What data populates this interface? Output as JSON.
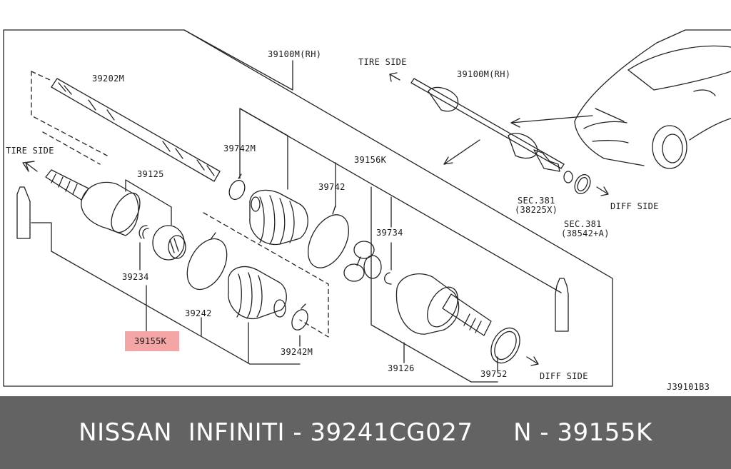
{
  "labels": {
    "p39202m": "39202M",
    "p39100m_top": "39100M(RH)",
    "p39100m_right": "39100M(RH)",
    "tire_side_left": "TIRE SIDE",
    "tire_side_right": "TIRE SIDE",
    "p39742m": "39742M",
    "p39156k": "39156K",
    "p39125": "39125",
    "p39742": "39742",
    "p39734": "39734",
    "p39234": "39234",
    "p39155k": "39155K",
    "p39242": "39242",
    "p39242m": "39242M",
    "p39126": "39126",
    "p39752": "39752",
    "sec381_a_1": "SEC.381",
    "sec381_a_2": "(38225X)",
    "sec381_b_1": "SEC.381",
    "sec381_b_2": "(38542+A)",
    "diff_side_top": "DIFF SIDE",
    "diff_side_bottom": "DIFF SIDE",
    "diagram_code": "J39101B3"
  },
  "caption": "NISSAN  INFINITI - 39241CG027     N - 39155K",
  "colors": {
    "highlight": "#f4a6a6",
    "caption_bar": "#636363"
  }
}
